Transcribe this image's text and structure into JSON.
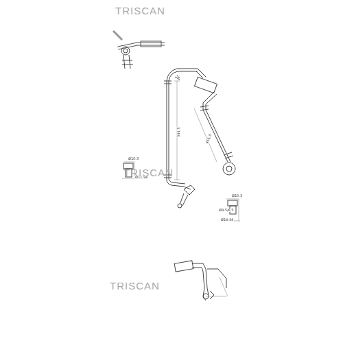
{
  "diagram": {
    "labels": [
      "TRISCAN",
      "TRISCAN",
      "TRISCAN",
      "591.5",
      "451.3",
      "Ø10.3",
      "Ø11.94",
      "Ø10.3",
      "Ø9.5/6.5",
      "Ø14.44"
    ]
  }
}
